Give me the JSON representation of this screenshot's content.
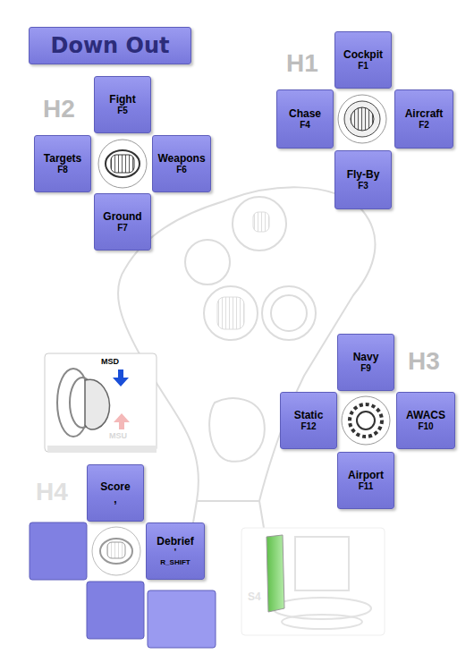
{
  "diagram": {
    "title": "Down Out",
    "nodes": [
      {
        "text": [
          "Cockpit",
          "F1"
        ]
      },
      {
        "text": [
          "Chase",
          "F4"
        ]
      },
      {
        "text": [
          "Aircraft",
          "F2"
        ]
      },
      {
        "text": [
          "Fly-By",
          "F3"
        ]
      },
      {
        "text": [
          "Fight",
          "F5"
        ]
      },
      {
        "text": [
          "Targets",
          "F8"
        ]
      },
      {
        "text": [
          "Weapons",
          "F6"
        ]
      },
      {
        "text": [
          "Ground",
          "F7"
        ]
      },
      {
        "text": [
          "Navy",
          "F9"
        ]
      },
      {
        "text": [
          "Static",
          "F12"
        ]
      },
      {
        "text": [
          "AWACS",
          "F10"
        ]
      },
      {
        "text": [
          "Airport",
          "F11"
        ]
      },
      {
        "text": [
          "Score",
          ","
        ]
      },
      {
        "text": [
          "Debrief",
          "'",
          "R_SHIFT"
        ]
      }
    ],
    "labels": [
      "H1",
      "H2",
      "H3",
      "H4",
      "MSD",
      "MSU",
      "S4"
    ]
  }
}
